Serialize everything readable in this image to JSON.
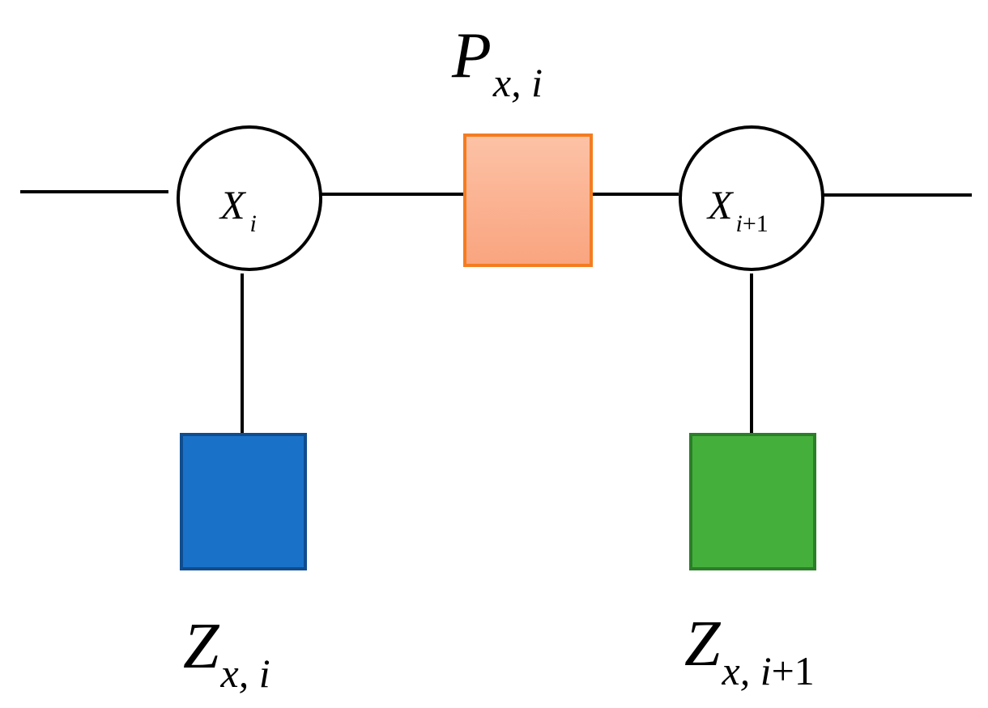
{
  "diagram": {
    "variables": [
      {
        "id": "x_i",
        "base": "X",
        "sub": "i"
      },
      {
        "id": "x_i1",
        "base": "X",
        "sub_var": "i",
        "sub_op": "+1"
      }
    ],
    "factors": [
      {
        "id": "p",
        "base": "P",
        "sub": "x, i",
        "fill": "#FBAD8E",
        "stroke": "#F47C20"
      },
      {
        "id": "z_i",
        "base": "Z",
        "sub": "x, i",
        "fill": "#1A72C8",
        "stroke": "#0F4D8F"
      },
      {
        "id": "z_i1",
        "base": "Z",
        "sub_var": "x, i",
        "sub_op": "+1",
        "fill": "#45AF3C",
        "stroke": "#2A7F28"
      }
    ],
    "edge_color": "#000000"
  }
}
